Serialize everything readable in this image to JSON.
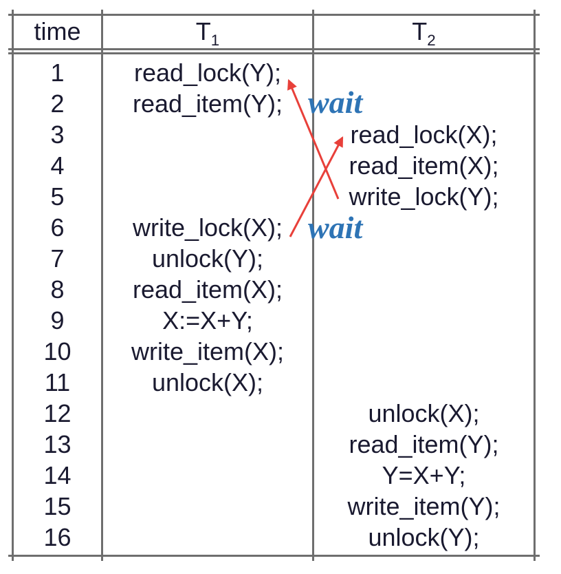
{
  "table": {
    "headers": {
      "time": "time",
      "t1": {
        "base": "T",
        "sub": "1"
      },
      "t2": {
        "base": "T",
        "sub": "2"
      }
    },
    "rows": [
      {
        "time": "1",
        "t1": "read_lock(Y);",
        "t2": ""
      },
      {
        "time": "2",
        "t1": "read_item(Y);",
        "t2": ""
      },
      {
        "time": "3",
        "t1": "",
        "t2": "read_lock(X);"
      },
      {
        "time": "4",
        "t1": "",
        "t2": "read_item(X);"
      },
      {
        "time": "5",
        "t1": "",
        "t2": "write_lock(Y);"
      },
      {
        "time": "6",
        "t1": "write_lock(X);",
        "t2": ""
      },
      {
        "time": "7",
        "t1": "unlock(Y);",
        "t2": ""
      },
      {
        "time": "8",
        "t1": "read_item(X);",
        "t2": ""
      },
      {
        "time": "9",
        "t1": "X:=X+Y;",
        "t2": ""
      },
      {
        "time": "10",
        "t1": "write_item(X);",
        "t2": ""
      },
      {
        "time": "11",
        "t1": "unlock(X);",
        "t2": ""
      },
      {
        "time": "12",
        "t1": "",
        "t2": "unlock(X);"
      },
      {
        "time": "13",
        "t1": "",
        "t2": "read_item(Y);"
      },
      {
        "time": "14",
        "t1": "",
        "t2": "Y=X+Y;"
      },
      {
        "time": "15",
        "t1": "",
        "t2": "write_item(Y);"
      },
      {
        "time": "16",
        "t1": "",
        "t2": "unlock(Y);"
      }
    ]
  },
  "annotations": {
    "wait_upper": {
      "text": "wait"
    },
    "wait_lower": {
      "text": "wait"
    }
  },
  "colors": {
    "arrow_red": "#e8403a",
    "wait_blue": "#2e74b5",
    "text_dark": "#1a1a30",
    "border_gray": "#6e6e6e"
  }
}
